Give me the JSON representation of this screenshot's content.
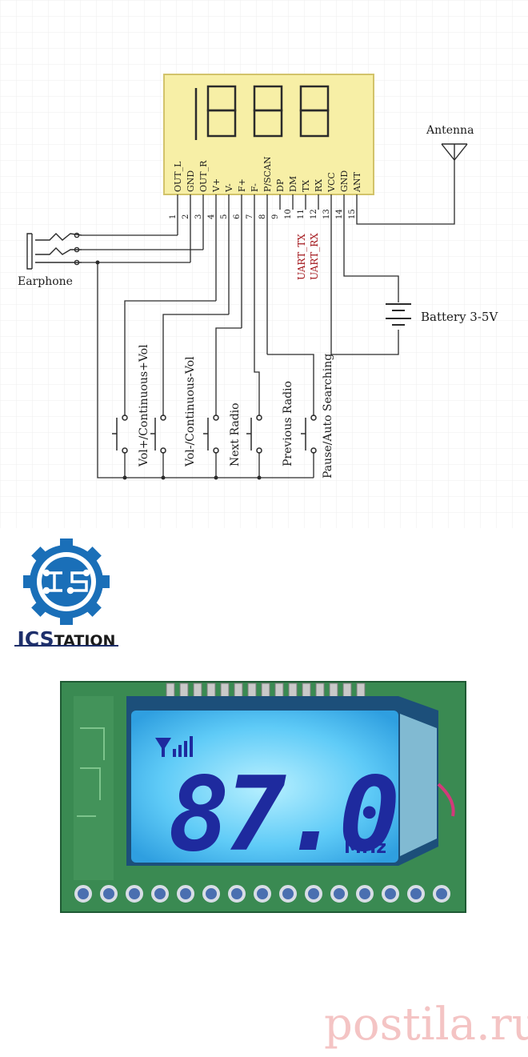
{
  "schematic": {
    "display_digits": "1888",
    "pins": [
      {
        "num": "1",
        "name": "OUT_L"
      },
      {
        "num": "2",
        "name": "GND"
      },
      {
        "num": "3",
        "name": "OUT_R"
      },
      {
        "num": "4",
        "name": "V+"
      },
      {
        "num": "5",
        "name": "V-"
      },
      {
        "num": "6",
        "name": "F+"
      },
      {
        "num": "7",
        "name": "F-"
      },
      {
        "num": "8",
        "name": "P/SCAN"
      },
      {
        "num": "9",
        "name": "DP"
      },
      {
        "num": "10",
        "name": "DM"
      },
      {
        "num": "11",
        "name": "TX"
      },
      {
        "num": "12",
        "name": "RX"
      },
      {
        "num": "13",
        "name": "VCC"
      },
      {
        "num": "14",
        "name": "GND"
      },
      {
        "num": "15",
        "name": "ANT"
      }
    ],
    "antenna_label": "Antenna",
    "earphone_label": "Earphone",
    "battery_label": "Battery 3-5V",
    "uart_tx_label": "UART_TX",
    "uart_rx_label": "UART_RX",
    "buttons": [
      {
        "label": "Vol+/Continuous+Vol"
      },
      {
        "label": "Vol-/Continuous-Vol"
      },
      {
        "label": "Next Radio"
      },
      {
        "label": "Previous Radio"
      },
      {
        "label": "Pause/Auto Searching"
      }
    ],
    "colors": {
      "lcd_panel": "#f7efa6",
      "lcd_border": "#d2c36a",
      "wire": "#2b2b2b",
      "uart": "#a3161b"
    }
  },
  "logo": {
    "brand_prefix": "ICS",
    "brand_suffix": "TATION",
    "colors": {
      "gear": "#1a6fb8",
      "text": "#1e2f6b"
    }
  },
  "photo": {
    "frequency": "87.0",
    "unit": "MHz",
    "colors": {
      "pcb": "#3a8a52",
      "backlight": "#3fb8f0",
      "digits": "#1e2a9e"
    }
  },
  "watermark": {
    "text": "postila.ru"
  }
}
